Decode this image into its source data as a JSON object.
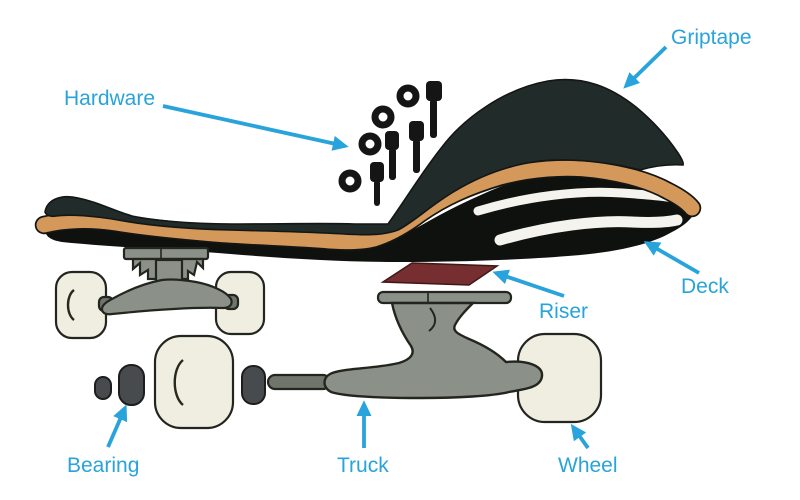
{
  "diagram": {
    "description": "Exploded-view diagram of skateboard parts with labeled arrows",
    "part_count": 7
  },
  "labels": [
    {
      "id": "hardware",
      "text": "Hardware"
    },
    {
      "id": "griptape",
      "text": "Griptape"
    },
    {
      "id": "deck",
      "text": "Deck"
    },
    {
      "id": "riser",
      "text": "Riser"
    },
    {
      "id": "bearing",
      "text": "Bearing"
    },
    {
      "id": "truck",
      "text": "Truck"
    },
    {
      "id": "wheel",
      "text": "Wheel"
    }
  ],
  "colors": {
    "label": "#29a3db",
    "deck_dark": "#202b2a",
    "underside_black": "#0f110f",
    "wood_tan": "#d3985a",
    "stripe_white": "#f4f3ee",
    "wheel_cream": "#efeee0",
    "truck_gray": "#8b9088",
    "axle_gray": "#70756c",
    "bearing_gray": "#474b4d",
    "riser_maroon": "#772e30",
    "hardware_black": "#151515",
    "outline": "#23261f",
    "background": "#ffffff"
  }
}
